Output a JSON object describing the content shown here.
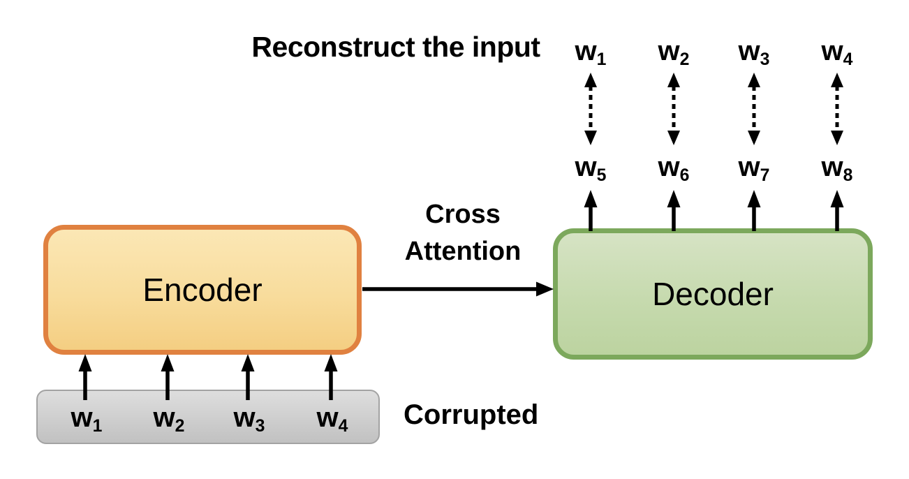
{
  "title": "Reconstruct the input",
  "cross_attention": {
    "line1": "Cross",
    "line2": "Attention"
  },
  "corrupted_label": "Corrupted",
  "encoder": {
    "label": "Encoder"
  },
  "decoder": {
    "label": "Decoder"
  },
  "reconstructed_words": [
    {
      "base": "w",
      "sub": "1"
    },
    {
      "base": "w",
      "sub": "2"
    },
    {
      "base": "w",
      "sub": "3"
    },
    {
      "base": "w",
      "sub": "4"
    }
  ],
  "generated_words": [
    {
      "base": "w",
      "sub": "5"
    },
    {
      "base": "w",
      "sub": "6"
    },
    {
      "base": "w",
      "sub": "7"
    },
    {
      "base": "w",
      "sub": "8"
    }
  ],
  "input_words": [
    {
      "base": "w",
      "sub": "1"
    },
    {
      "base": "w",
      "sub": "2"
    },
    {
      "base": "w",
      "sub": "3"
    },
    {
      "base": "w",
      "sub": "4"
    }
  ],
  "colors": {
    "encoder_border": "#E08140",
    "encoder_fill_top": "#FBE7B5",
    "encoder_fill_bottom": "#F4CE82",
    "decoder_border": "#7CA85C",
    "decoder_fill_top": "#D6E3C4",
    "decoder_fill_bottom": "#BCD3A0",
    "corrupted_border": "#A3A3A3",
    "corrupted_fill_top": "#DEDEDE",
    "corrupted_fill_bottom": "#C1C1C1",
    "arrow": "#000000",
    "text": "#000000"
  }
}
